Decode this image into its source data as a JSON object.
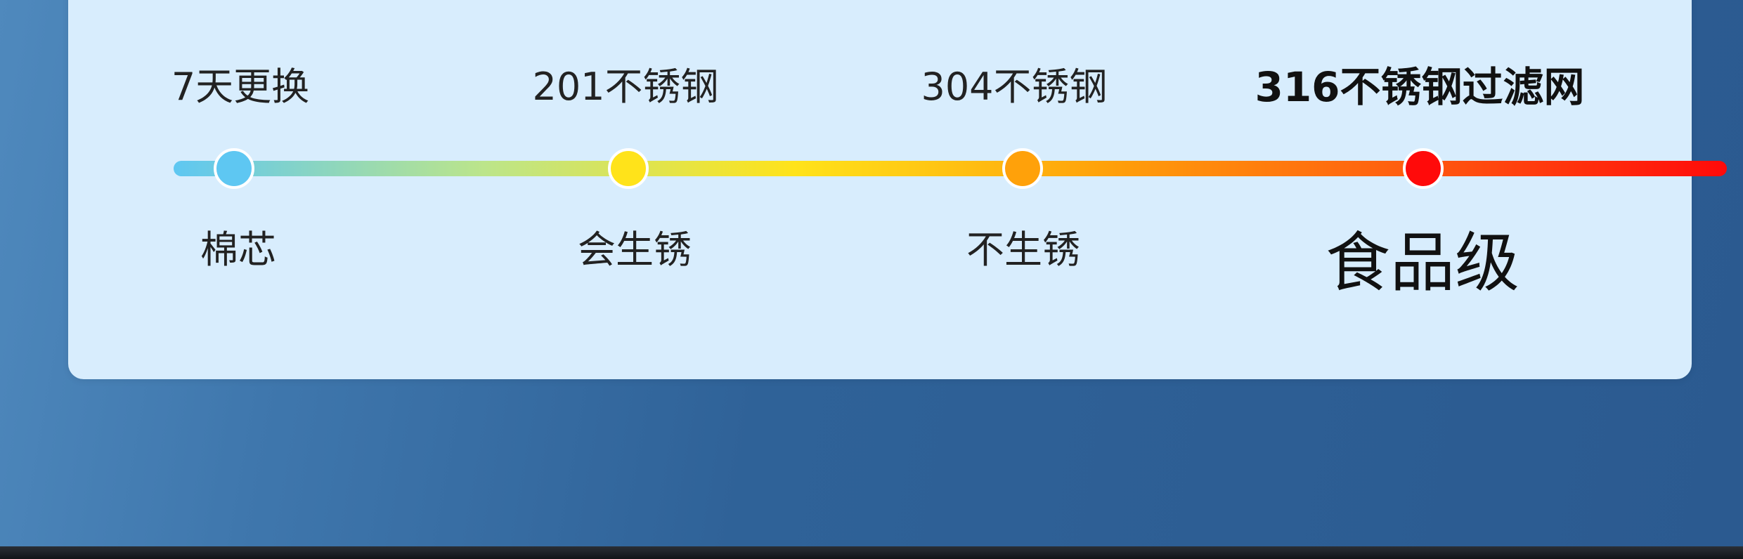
{
  "timeline": {
    "steps": [
      {
        "top": "7天更换",
        "bottom": "棉芯",
        "color": "#5ec7f2"
      },
      {
        "top": "201不锈钢",
        "bottom": "会生锈",
        "color": "#ffe31a"
      },
      {
        "top": "304不锈钢",
        "bottom": "不生锈",
        "color": "#ffa10a"
      },
      {
        "top": "316不锈钢过滤网",
        "bottom": "食品级",
        "color": "#ff0a0a"
      }
    ],
    "track_colors": [
      "#5ec7f2",
      "#bce58a",
      "#ffe31a",
      "#ffa10a",
      "#ff5a0f",
      "#ff0a0a"
    ]
  }
}
